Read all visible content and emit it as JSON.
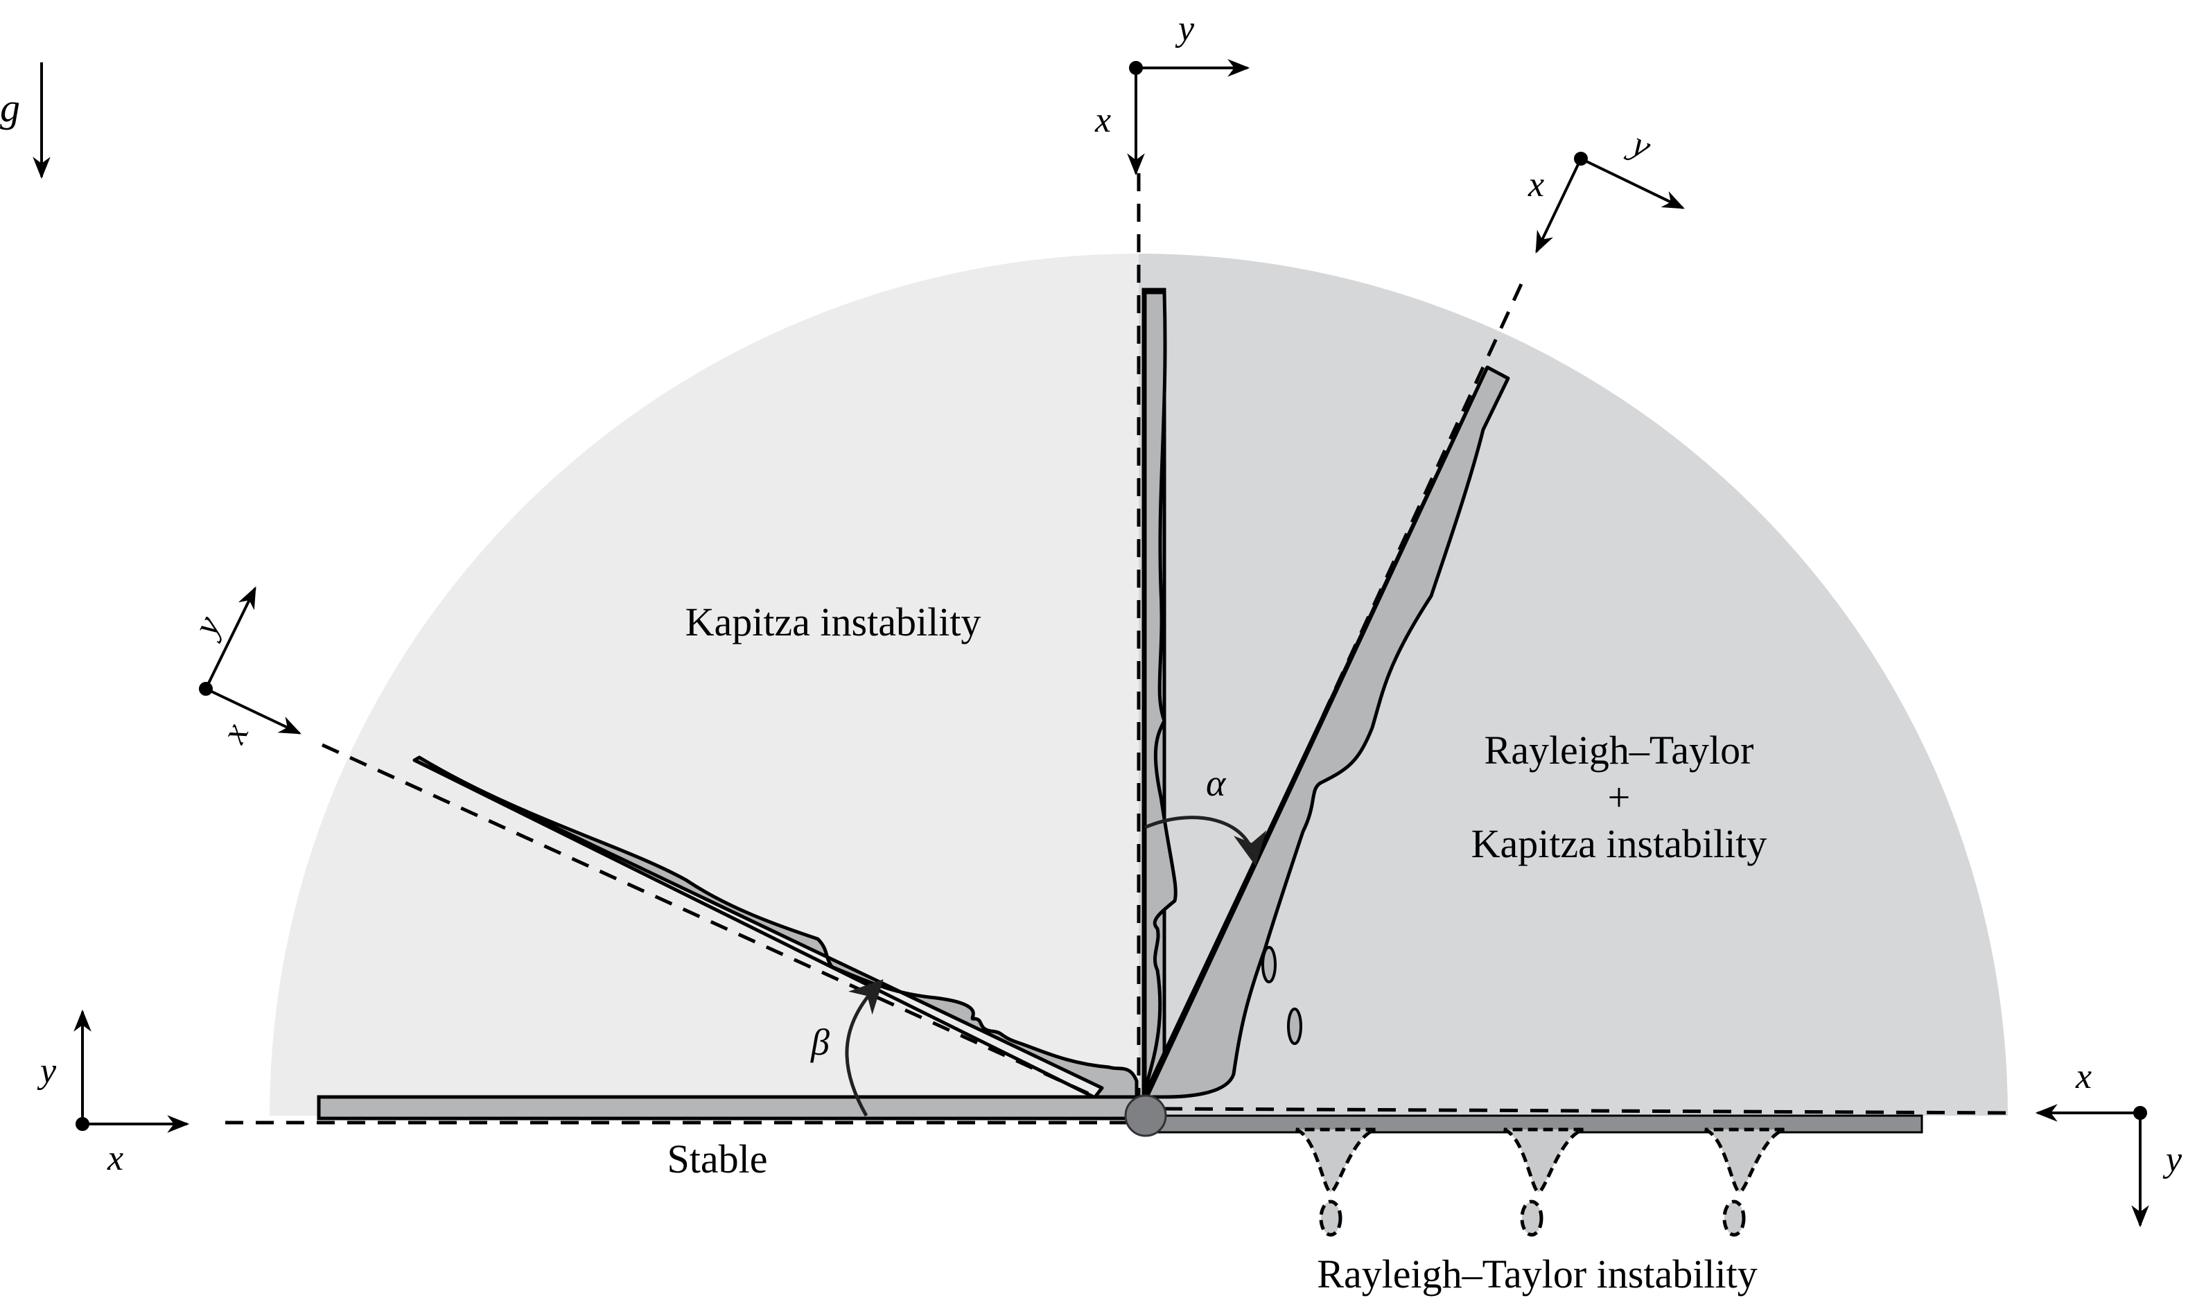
{
  "figure": {
    "colors": {
      "background": "#ffffff",
      "region_kapitza": "#ececec",
      "region_rt_kapitza": "#d6d7d9",
      "film": "#b5b6b8",
      "plate_inverted": "#8e8f92",
      "pivot": "#7f8084",
      "drip_light": "#c9cacc",
      "stroke": "#000000"
    },
    "gravity": {
      "label": "g"
    },
    "regions": {
      "kapitza": "Kapitza instability",
      "rt_kapitza_line1": "Rayleigh–Taylor",
      "rt_kapitza_plus": "+",
      "rt_kapitza_line2": "Kapitza instability",
      "stable": "Stable",
      "rayleigh_taylor": "Rayleigh–Taylor instability"
    },
    "angles": {
      "alpha": "α",
      "beta": "β"
    },
    "frames": {
      "bottom_left": {
        "x": "x",
        "y": "y"
      },
      "tilted_left": {
        "x": "x",
        "y": "y"
      },
      "top_vertical": {
        "x": "x",
        "y": "y"
      },
      "tilted_right": {
        "x": "x",
        "y": "y"
      },
      "bottom_right": {
        "x": "x",
        "y": "y"
      }
    }
  }
}
